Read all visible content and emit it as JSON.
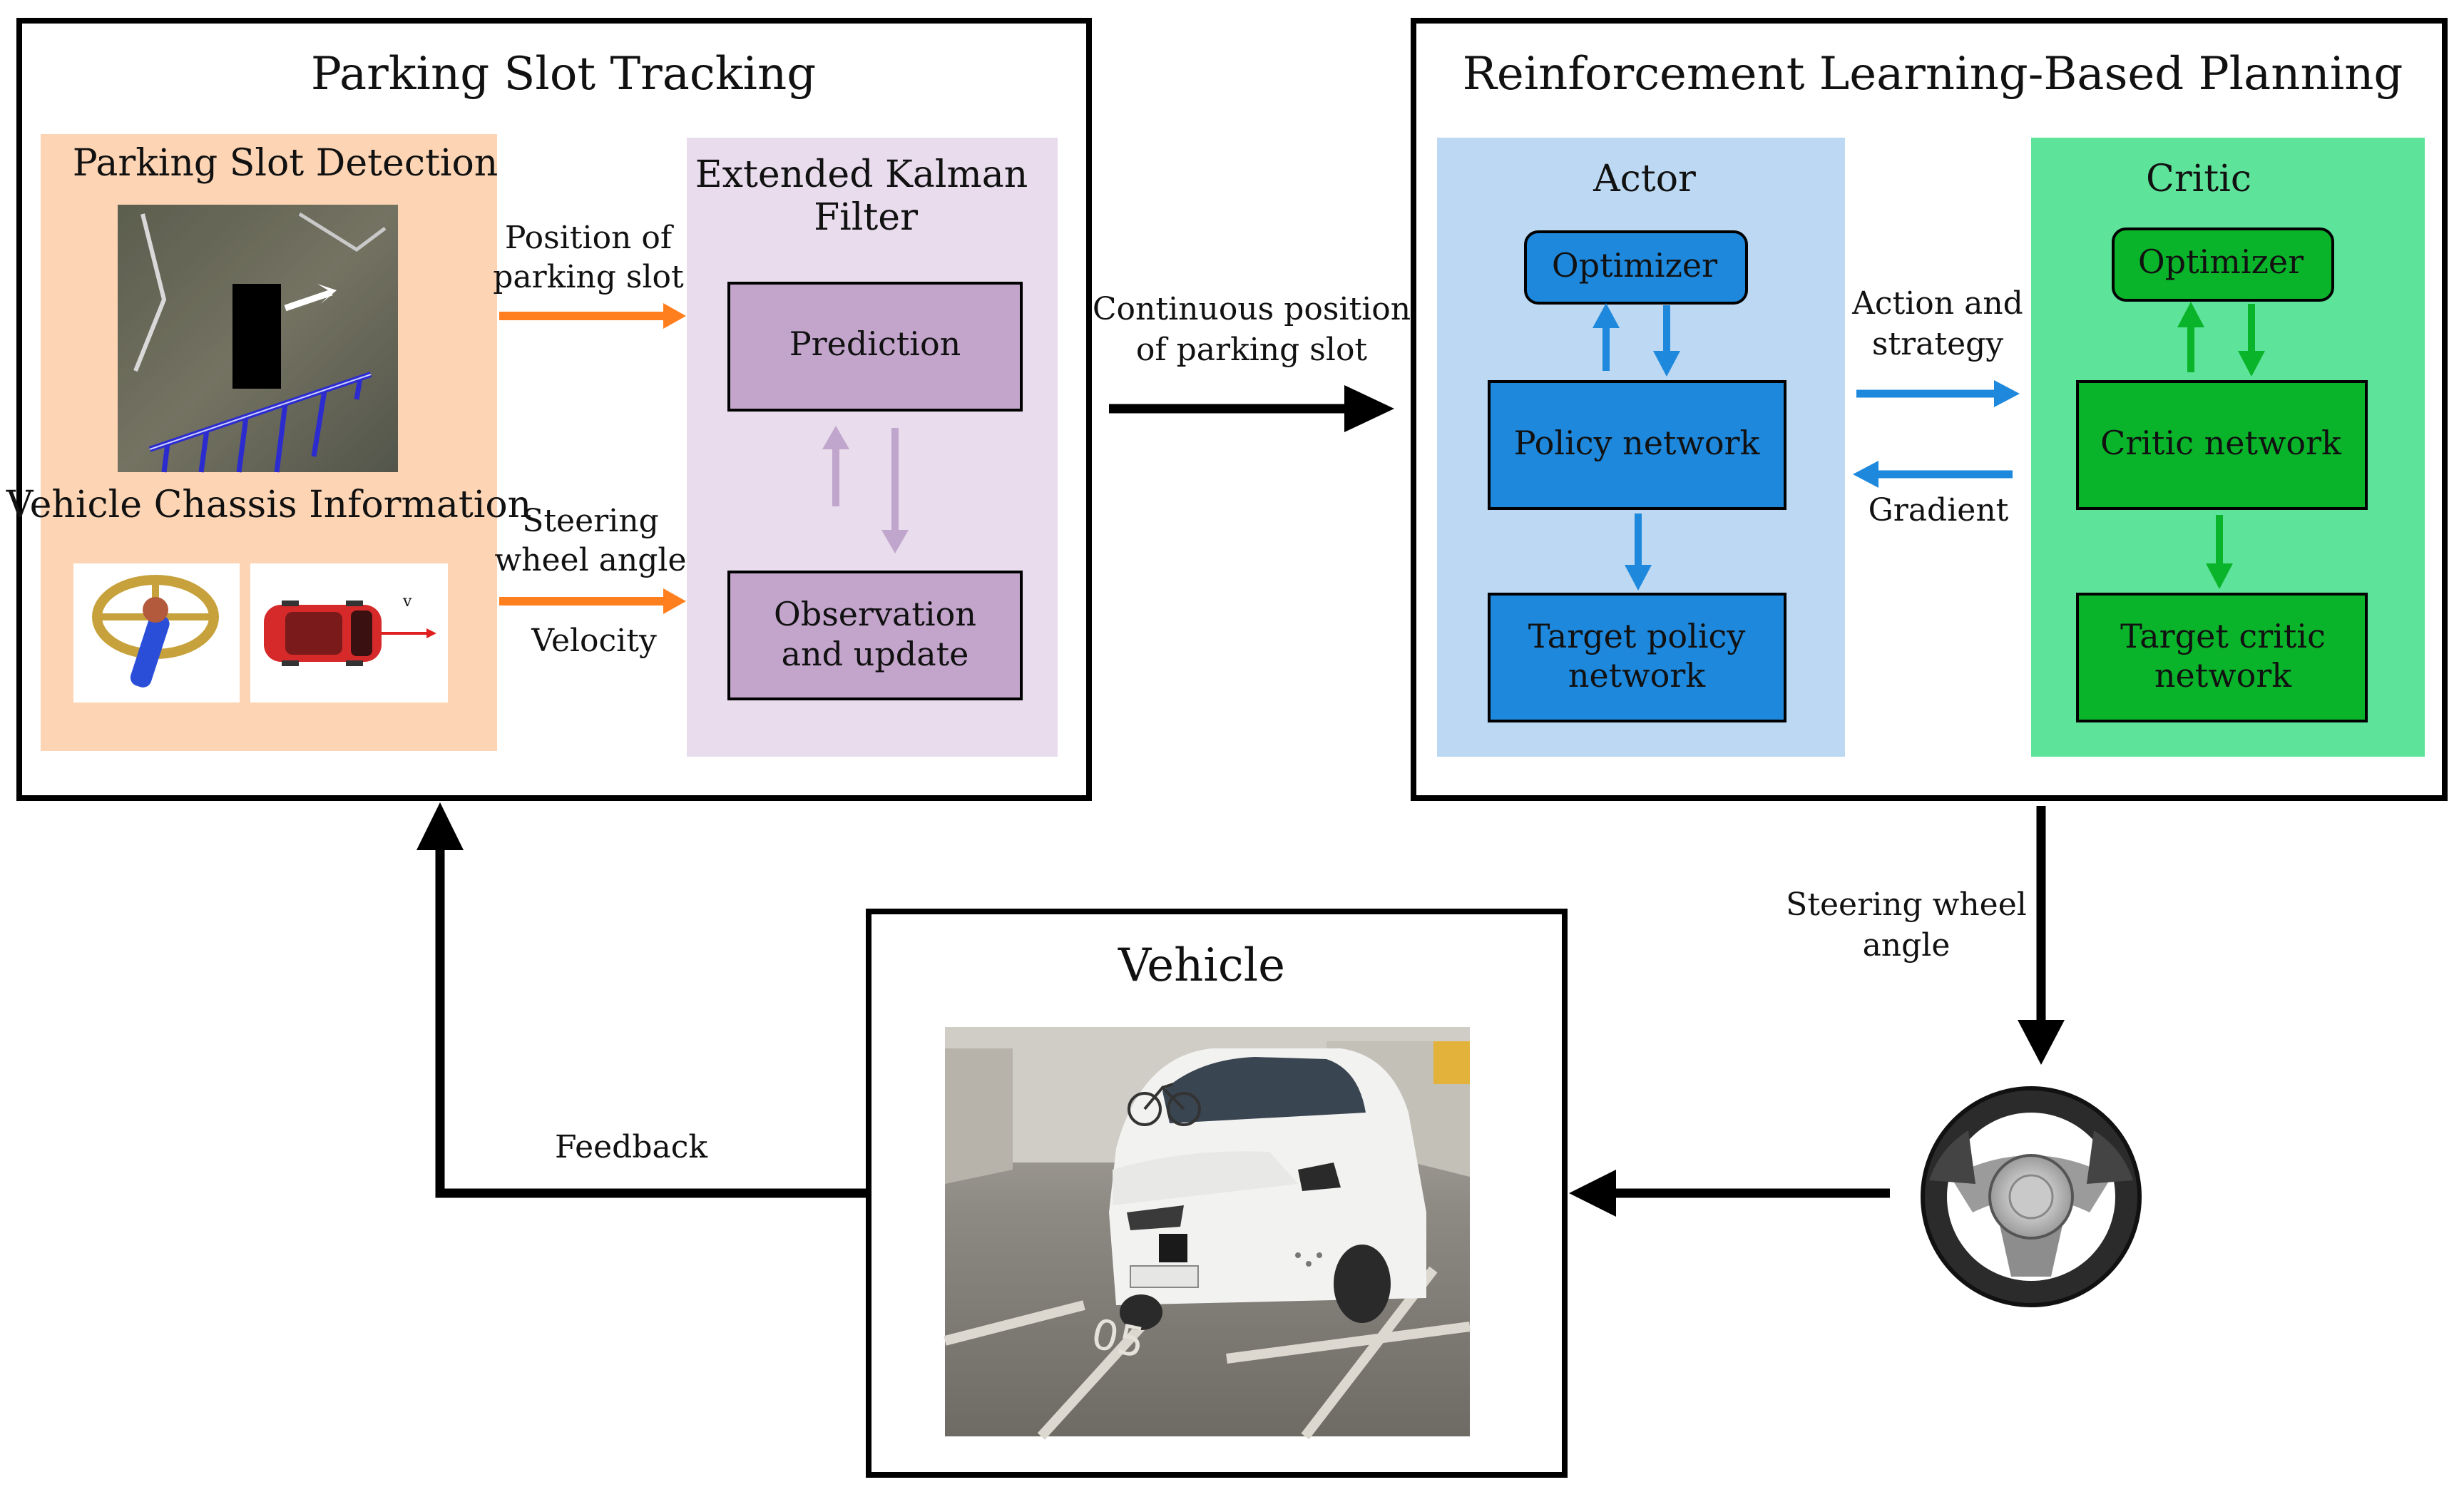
{
  "blocks": {
    "tracking_title": "Parking Slot Tracking",
    "planning_title": "Reinforcement Learning-Based Planning",
    "vehicle_title": "Vehicle"
  },
  "tracking": {
    "detection_title": "Parking Slot Detection",
    "chassis_title": "Vehicle Chassis Information",
    "position_label_1": "Position of",
    "position_label_2": "parking slot",
    "steering_label_1": "Steering",
    "steering_label_2": "wheel angle",
    "velocity_label": "Velocity",
    "ekf_title_1": "Extended Kalman",
    "ekf_title_2": "Filter",
    "prediction": "Prediction",
    "observation_1": "Observation",
    "observation_2": "and update",
    "car_v_mark": "v"
  },
  "connections": {
    "continuous_1": "Continuous position",
    "continuous_2": "of parking slot",
    "action_1": "Action and",
    "action_2": "strategy",
    "gradient": "Gradient",
    "steering_out_1": "Steering wheel",
    "steering_out_2": "angle",
    "feedback": "Feedback"
  },
  "actor": {
    "title": "Actor",
    "optimizer": "Optimizer",
    "policy": "Policy network",
    "target_1": "Target policy",
    "target_2": "network"
  },
  "critic": {
    "title": "Critic",
    "optimizer": "Optimizer",
    "network": "Critic network",
    "target_1": "Target critic",
    "target_2": "network"
  },
  "photo": {
    "plate_text": "05"
  },
  "colors": {
    "orange_panel": "#fdd5b4",
    "purple_panel": "#e8dced",
    "purple_box": "#c3a5cc",
    "purple_arrow": "#c0a6cc",
    "orange_arrow": "#ff7f1e",
    "actor_panel": "#bcd8f2",
    "actor_box": "#1e88dc",
    "critic_panel": "#5ee49a",
    "critic_box": "#0ab42a"
  }
}
